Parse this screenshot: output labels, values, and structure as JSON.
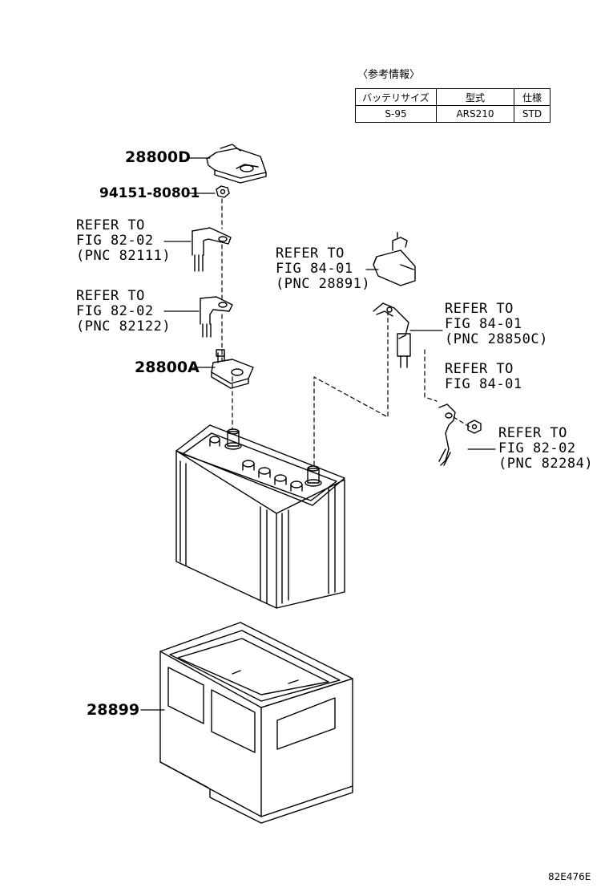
{
  "info": {
    "title": "〈参考情報〉",
    "headers": [
      "バッテリサイズ",
      "型式",
      "仕様"
    ],
    "row": [
      "S-95",
      "ARS210",
      "STD"
    ]
  },
  "parts": {
    "p28800D": "28800D",
    "p94151": "94151-80801",
    "p28800A": "28800A",
    "p28899": "28899"
  },
  "refs": {
    "r1": [
      "REFER TO",
      "FIG 82-02",
      "(PNC 82111)"
    ],
    "r2": [
      "REFER TO",
      "FIG 82-02",
      "(PNC 82122)"
    ],
    "r3": [
      "REFER TO",
      "FIG 84-01",
      "(PNC 28891)"
    ],
    "r4": [
      "REFER TO",
      "FIG 84-01",
      "(PNC 28850C)"
    ],
    "r5": [
      "REFER TO",
      "FIG 84-01"
    ],
    "r6": [
      "REFER TO",
      "FIG 82-02",
      "(PNC 82284)"
    ]
  },
  "diagram_code": "82E476E"
}
